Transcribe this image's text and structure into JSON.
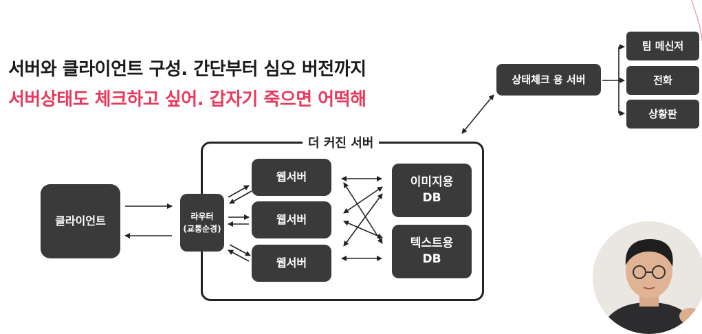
{
  "slide": {
    "title": "서버와 클라이언트 구성. 간단부터 심오 버전까지",
    "subtitle": "서버상태도 체크하고 싶어. 갑자기 죽으면 어떡해"
  },
  "diagram": {
    "client": "클라이언트",
    "router_line1": "라우터",
    "router_line2": "(교통순경)",
    "container_label": "더 커진 서버",
    "web_servers": [
      "웹서버",
      "웹서버",
      "웹서버"
    ],
    "image_db_line1": "이미지용",
    "image_db_line2": "DB",
    "text_db_line1": "텍스트용",
    "text_db_line2": "DB",
    "health_check_server": "상태체크 용 서버",
    "notifications": [
      "팀 메신저",
      "전화",
      "상황판"
    ]
  },
  "colors": {
    "box_fill": "#3a3a3a",
    "subtitle_accent": "#e83a5c",
    "line": "#222222"
  }
}
